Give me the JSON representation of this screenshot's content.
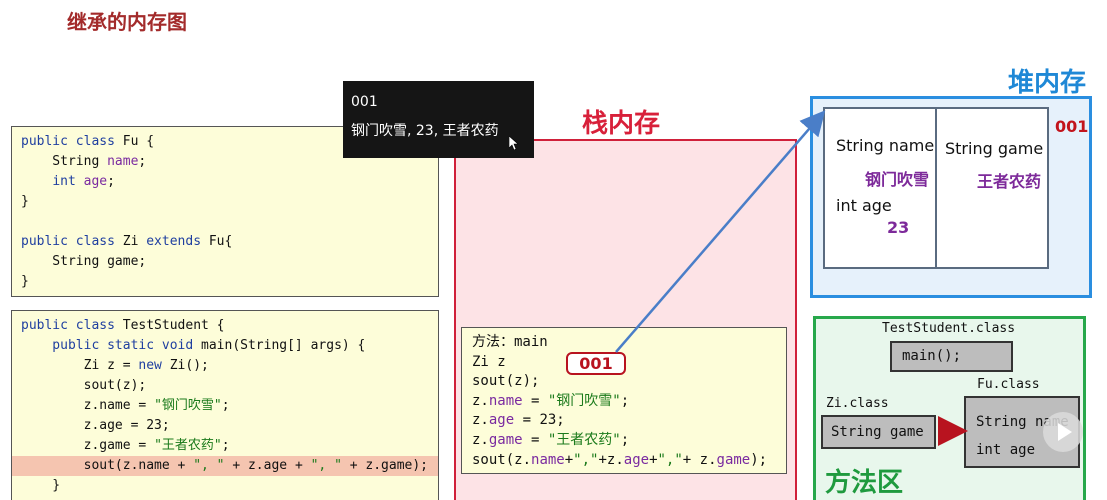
{
  "page_title": "继承的内存图",
  "code_fu_zi": [
    {
      "parts": [
        {
          "t": "public class ",
          "c": "kw"
        },
        {
          "t": "Fu {",
          "c": ""
        }
      ]
    },
    {
      "parts": [
        {
          "t": "    String ",
          "c": ""
        },
        {
          "t": "name",
          "c": "fld"
        },
        {
          "t": ";",
          "c": ""
        }
      ]
    },
    {
      "parts": [
        {
          "t": "    ",
          "c": ""
        },
        {
          "t": "int ",
          "c": "kw"
        },
        {
          "t": "age",
          "c": "fld"
        },
        {
          "t": ";",
          "c": ""
        }
      ]
    },
    {
      "parts": [
        {
          "t": "}",
          "c": ""
        }
      ]
    },
    {
      "parts": [
        {
          "t": "",
          "c": ""
        }
      ]
    },
    {
      "parts": [
        {
          "t": "public class ",
          "c": "kw"
        },
        {
          "t": "Zi ",
          "c": ""
        },
        {
          "t": "extends ",
          "c": "kw"
        },
        {
          "t": "Fu{",
          "c": ""
        }
      ]
    },
    {
      "parts": [
        {
          "t": "    String game;",
          "c": ""
        }
      ]
    },
    {
      "parts": [
        {
          "t": "}",
          "c": ""
        }
      ]
    }
  ],
  "code_test": [
    {
      "parts": [
        {
          "t": "public class ",
          "c": "kw"
        },
        {
          "t": "TestStudent {",
          "c": ""
        }
      ]
    },
    {
      "parts": [
        {
          "t": "    public static void ",
          "c": "kw"
        },
        {
          "t": "main(String[] args) {",
          "c": ""
        }
      ]
    },
    {
      "parts": [
        {
          "t": "        Zi z = ",
          "c": ""
        },
        {
          "t": "new ",
          "c": "kw"
        },
        {
          "t": "Zi();",
          "c": ""
        }
      ]
    },
    {
      "parts": [
        {
          "t": "        sout(z);",
          "c": ""
        }
      ]
    },
    {
      "parts": [
        {
          "t": "        z.name = ",
          "c": ""
        },
        {
          "t": "\"钢门吹雪\"",
          "c": "str"
        },
        {
          "t": ";",
          "c": ""
        }
      ]
    },
    {
      "parts": [
        {
          "t": "        z.age = 23;",
          "c": ""
        }
      ]
    },
    {
      "parts": [
        {
          "t": "        z.game = ",
          "c": ""
        },
        {
          "t": "\"王者农药\"",
          "c": "str"
        },
        {
          "t": ";",
          "c": ""
        }
      ]
    },
    {
      "hl": true,
      "parts": [
        {
          "t": "        sout(z.name + ",
          "c": ""
        },
        {
          "t": "\", \"",
          "c": "str"
        },
        {
          "t": " + z.age + ",
          "c": ""
        },
        {
          "t": "\", \"",
          "c": "str"
        },
        {
          "t": " + z.game);",
          "c": ""
        }
      ]
    },
    {
      "parts": [
        {
          "t": "    }",
          "c": ""
        }
      ]
    }
  ],
  "tooltip": {
    "line1": "001",
    "line2": "钢门吹雪, 23, 王者农药"
  },
  "stack": {
    "title": "栈内存",
    "frame_lines": [
      {
        "parts": [
          {
            "t": "方法：main",
            "c": ""
          }
        ]
      },
      {
        "parts": [
          {
            "t": "Zi z",
            "c": ""
          }
        ]
      },
      {
        "parts": [
          {
            "t": "sout(z);",
            "c": ""
          }
        ]
      },
      {
        "parts": [
          {
            "t": "z.",
            "c": ""
          },
          {
            "t": "name",
            "c": "fld"
          },
          {
            "t": " = ",
            "c": ""
          },
          {
            "t": "\"钢门吹雪\"",
            "c": "str"
          },
          {
            "t": ";",
            "c": ""
          }
        ]
      },
      {
        "parts": [
          {
            "t": "z.",
            "c": ""
          },
          {
            "t": "age",
            "c": "fld"
          },
          {
            "t": " = 23;",
            "c": ""
          }
        ]
      },
      {
        "parts": [
          {
            "t": "z.",
            "c": ""
          },
          {
            "t": "game",
            "c": "fld"
          },
          {
            "t": " = ",
            "c": ""
          },
          {
            "t": "\"王者农药\"",
            "c": "str"
          },
          {
            "t": ";",
            "c": ""
          }
        ]
      },
      {
        "parts": [
          {
            "t": "sout(z.",
            "c": ""
          },
          {
            "t": "name",
            "c": "fld"
          },
          {
            "t": "+",
            "c": ""
          },
          {
            "t": "\",\"",
            "c": "str"
          },
          {
            "t": "+z.",
            "c": ""
          },
          {
            "t": "age",
            "c": "fld"
          },
          {
            "t": "+",
            "c": ""
          },
          {
            "t": "\",\"",
            "c": "str"
          },
          {
            "t": "+ z.",
            "c": ""
          },
          {
            "t": "game",
            "c": "fld"
          },
          {
            "t": ");",
            "c": ""
          }
        ]
      }
    ],
    "address": "001"
  },
  "heap": {
    "title": "堆内存",
    "address": "001",
    "name_label": "String name",
    "name_value": "钢门吹雪",
    "age_label": "int age",
    "age_value": "23",
    "game_label": "String game",
    "game_value": "王者农药"
  },
  "method_area": {
    "title": "方法区",
    "test_class": "TestStudent.class",
    "main_method": "main();",
    "zi_class": "Zi.class",
    "zi_field": "String game",
    "fu_class": "Fu.class",
    "fu_field_name": "String name",
    "fu_field_age": "int age"
  },
  "colors": {
    "stack_border": "#d0203a",
    "heap_border": "#2a8ee0",
    "method_border": "#27a84b",
    "reference_arrow": "#4a7ec8",
    "inherit_arrow": "#b8131f"
  }
}
